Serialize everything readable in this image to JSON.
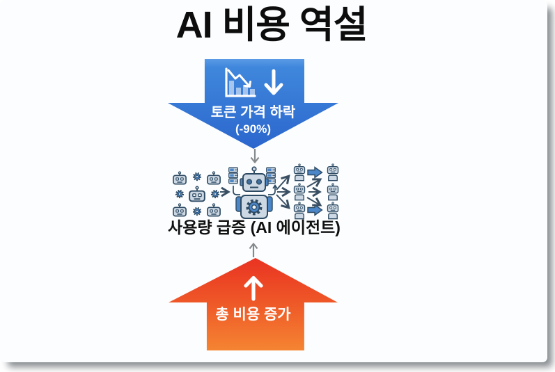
{
  "title": "AI 비용 역설",
  "top_arrow": {
    "label": "토큰 가격 하락",
    "sublabel": "(-90%)",
    "direction": "down",
    "icons": [
      "declining-bar-chart-icon",
      "down-arrow-icon"
    ]
  },
  "middle": {
    "caption": "사용량 급증 (AI 에이전트)",
    "icons": [
      "robot-cluster",
      "gear-icon",
      "server-stack-icon",
      "central-robot-icon",
      "fanout-arrows-icon",
      "robot-replication-grid",
      "block-arrow-icon"
    ],
    "connectors": [
      "connector-down-icon",
      "connector-up-icon"
    ]
  },
  "bottom_arrow": {
    "label": "총 비용 증가",
    "direction": "up",
    "icons": [
      "up-arrow-icon"
    ]
  },
  "colors": {
    "blue_arrow_top": "#5b9be6",
    "blue_arrow_bottom": "#2b66cd",
    "red_arrow_top": "#e93322",
    "red_arrow_bottom": "#f58432",
    "connector_gray": "#86898c",
    "robot_fill": "#ccd8e3",
    "robot_stroke": "#2d4a63",
    "accent_blue": "#4a86c8",
    "title_color": "#0d0d0d",
    "card_bg": "#fbfdfe"
  }
}
